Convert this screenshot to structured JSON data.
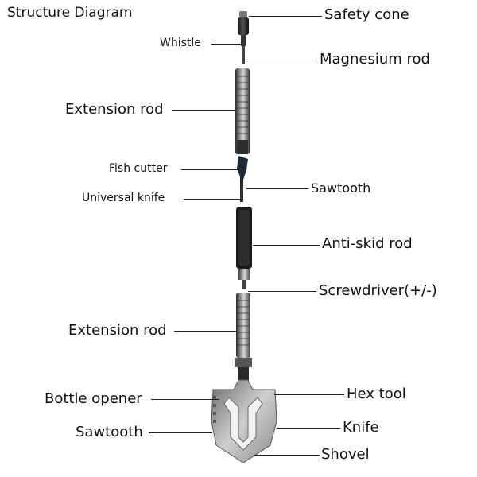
{
  "title": "Structure Diagram",
  "labels": {
    "safety_cone": "Safety cone",
    "whistle": "Whistle",
    "magnesium_rod": "Magnesium rod",
    "extension_rod_top": "Extension rod",
    "fish_cutter": "Fish cutter",
    "universal_knife": "Universal knife",
    "sawtooth_top": "Sawtooth",
    "anti_skid_rod": "Anti-skid rod",
    "screwdriver": "Screwdriver(+/-)",
    "extension_rod_bottom": "Extension rod",
    "bottle_opener": "Bottle opener",
    "hex_tool": "Hex tool",
    "sawtooth_bottom": "Sawtooth",
    "knife": "Knife",
    "shovel": "Shovel"
  }
}
